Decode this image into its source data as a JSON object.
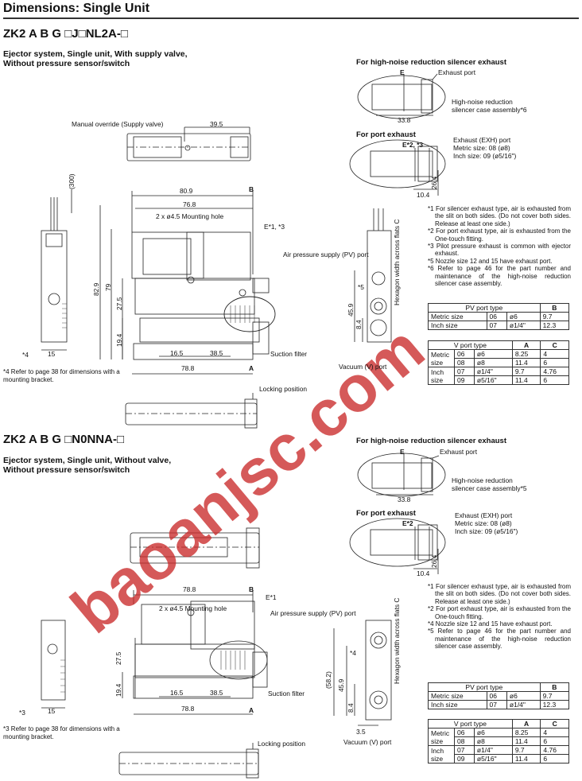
{
  "header": {
    "title": "Dimensions: Single Unit"
  },
  "section1": {
    "model": "ZK2 A B G □J□NL2A-□",
    "subtitle_lines": [
      "Ejector system, Single unit, With supply valve,",
      "Without pressure sensor/switch"
    ],
    "dims": {
      "manual_override": "Manual override (Supply valve)",
      "d39_5": "39.5",
      "d300": "(300)",
      "d80_9": "80.9",
      "d76_8": "76.8",
      "B": "B",
      "mount_hole": "2 x ø4.5 Mounting hole",
      "E": "E*1, *3",
      "d82_9": "82.9",
      "d79": "79",
      "d27_5": "27.5",
      "d19_4": "19.4",
      "d16_5": "16.5",
      "d38_5": "38.5",
      "d78_8": "78.8",
      "A": "A",
      "suction_filter": "Suction filter",
      "d15": "15",
      "star4": "*4",
      "locking": "Locking position",
      "air_supply": "Air pressure supply (PV) port",
      "star5": "*5",
      "d45_9": "45.9",
      "d8_4": "8.4",
      "vacuum": "Vacuum (V) port",
      "hex": "Hexagon width across flats C"
    },
    "footnote": "*4 Refer to page 38 for dimensions with a mounting bracket.",
    "silencer": {
      "heading": "For high-noise reduction silencer exhaust",
      "E": "E",
      "exhaust_port": "Exhaust port",
      "case_line1": "High-noise reduction",
      "case_line2": "silencer case assembly*6",
      "d33_8": "33.8"
    },
    "port_exhaust": {
      "heading": "For port exhaust",
      "E": "E*2, *3",
      "exh_port": "Exhaust (EXH) port",
      "metric": "Metric size: 08 (ø8)",
      "inch": "Inch size: 09 (ø5/16\")",
      "d26_4": "26.4",
      "d10_4": "10.4"
    },
    "notes": [
      "*1 For silencer exhaust type, air is exhausted from the slit on both sides. (Do not cover both sides. Release at least one side.)",
      "*2 For port exhaust type, air is exhausted from the One-touch fitting.",
      "*3 Pilot pressure exhaust is common with ejector exhaust.",
      "*5 Nozzle size 12 and 15 have exhaust port.",
      "*6 Refer to page 46 for the part number and maintenance of the high-noise reduction silencer case assembly."
    ]
  },
  "section2": {
    "model": "ZK2 A B G □N0NNA-□",
    "subtitle_lines": [
      "Ejector system, Single unit, Without valve,",
      "Without pressure sensor/switch"
    ],
    "dims": {
      "d78_8_top": "78.8",
      "B": "B",
      "E": "E*1",
      "mount_hole": "2 x ø4.5 Mounting hole",
      "air_supply": "Air pressure supply (PV) port",
      "d27_5": "27.5",
      "d19_4": "19.4",
      "d16_5": "16.5",
      "d38_5": "38.5",
      "d78_8": "78.8",
      "A": "A",
      "suction_filter": "Suction filter",
      "d15": "15",
      "star3": "*3",
      "locking": "Locking position",
      "star4": "*4",
      "d58_2": "(58.2)",
      "d45_9": "45.9",
      "d8_4": "8.4",
      "d3_5": "3.5",
      "vacuum": "Vacuum (V) port",
      "hex": "Hexagon width across flats C"
    },
    "footnote": "*3 Refer to page 38 for dimensions with a mounting bracket.",
    "silencer": {
      "heading": "For high-noise reduction silencer exhaust",
      "E": "E",
      "exhaust_port": "Exhaust port",
      "case_line1": "High-noise reduction",
      "case_line2": "silencer case assembly*5",
      "d33_8": "33.8"
    },
    "port_exhaust": {
      "heading": "For port exhaust",
      "E": "E*2",
      "exh_port": "Exhaust (EXH) port",
      "metric": "Metric size: 08 (ø8)",
      "inch": "Inch size: 09 (ø5/16\")",
      "d26_4": "26.4",
      "d10_4": "10.4"
    },
    "notes": [
      "*1 For silencer exhaust type, air is exhausted from the slit on both sides. (Do not cover both sides. Release at least one side.)",
      "*2 For port exhaust type, air is exhausted from the One-touch fitting.",
      "*4 Nozzle size 12 and 15 have exhaust port.",
      "*5 Refer to page 46 for the part number and maintenance of the high-noise reduction silencer case assembly."
    ]
  },
  "pv_table": {
    "header": [
      "PV port type",
      "B"
    ],
    "rows": [
      [
        "Metric size",
        "06",
        "ø6",
        "9.7"
      ],
      [
        "Inch size",
        "07",
        "ø1/4\"",
        "12.3"
      ]
    ]
  },
  "v_table": {
    "header": [
      "V port type",
      "A",
      "C"
    ],
    "rows": [
      [
        "Metric size",
        "06",
        "ø6",
        "8.25",
        "4"
      ],
      [
        "",
        "08",
        "ø8",
        "11.4",
        "6"
      ],
      [
        "Inch size",
        "07",
        "ø1/4\"",
        "9.7",
        "4.76"
      ],
      [
        "",
        "09",
        "ø5/16\"",
        "11.4",
        "6"
      ]
    ]
  },
  "watermark": "baoanjsc.com",
  "colors": {
    "watermark": "#c92a2a",
    "line": "#222222"
  }
}
